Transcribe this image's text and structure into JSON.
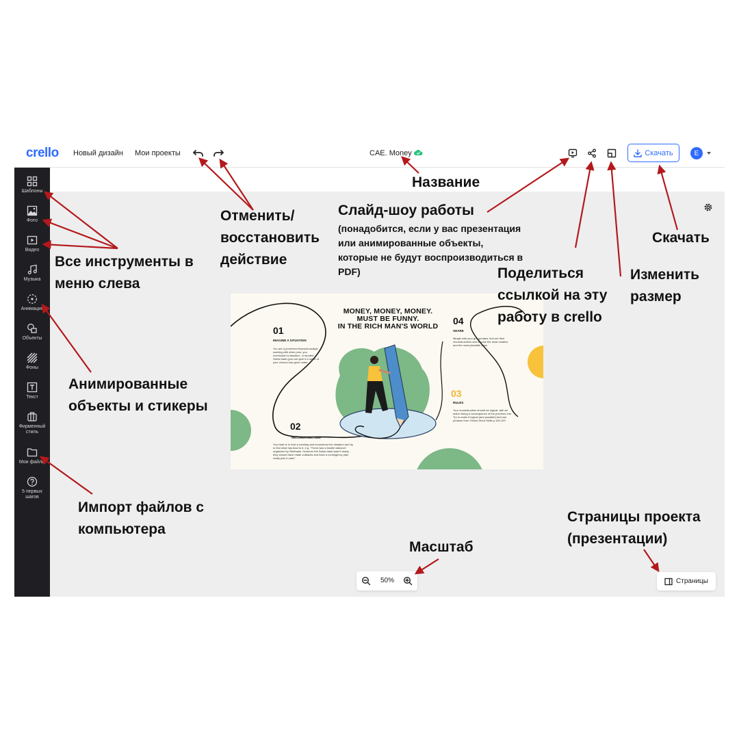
{
  "topbar": {
    "logo": "crello",
    "menu": [
      "Новый дизайн",
      "Мои проекты"
    ],
    "doc_title": "CAE. Money",
    "download_label": "Скачать",
    "avatar_initial": "E"
  },
  "sidebar": {
    "items": [
      {
        "label": "Шаблоны",
        "icon": "templates-icon"
      },
      {
        "label": "Фото",
        "icon": "photo-icon"
      },
      {
        "label": "Видео",
        "icon": "video-icon"
      },
      {
        "label": "Музыка",
        "icon": "music-icon"
      },
      {
        "label": "Анимация",
        "icon": "animation-icon"
      },
      {
        "label": "Объекты",
        "icon": "objects-icon"
      },
      {
        "label": "Фоны",
        "icon": "backgrounds-icon"
      },
      {
        "label": "Текст",
        "icon": "text-icon"
      },
      {
        "label": "Фирменный стиль",
        "icon": "brand-kit-icon"
      },
      {
        "label": "Мои файлы",
        "icon": "folder-icon"
      },
      {
        "label": "5 первых шагов",
        "icon": "help-icon"
      }
    ]
  },
  "canvas": {
    "zoom": "50%",
    "pages_label": "Страницы"
  },
  "slide": {
    "headline_lines": [
      "MONEY, MONEY, MONEY.",
      "MUST BE FUNNY.",
      "IN THE RICH MAN'S WORLD"
    ],
    "sections": [
      {
        "num": "01",
        "label": "IMAGINE A SITUATION",
        "text": "You are a prominent financial analyst working with other pros, you overlooked a situation - A reputed Swiss bank (you can give it a name of your choice) has gone under."
      },
      {
        "num": "02",
        "label": "RECONSTRUCTION",
        "text": "Your task is to hold a meeting and reconstruct the situation and try to find what has lead to it, e.g. \"There was a hostile takeover organized by Sberbank. However the Swiss bank wasn't ready - they should have made cutbacks and have a contingency plan ready just in case.\""
      },
      {
        "num": "03",
        "label": "RULES",
        "text": "Your reconstruction should be logical, with an action being a consequence of the previous one. Try to make it logical (and possible) And use phrases from Oxford Word Skills p.128-129"
      },
      {
        "num": "04",
        "label": "SHARE",
        "text": "Mingle with your groupmates, find out their reconstructions and choose the most creative and the most plausible ones."
      }
    ]
  },
  "annotations": {
    "title": "Название",
    "undo_redo": [
      "Отменить/",
      "восстановить",
      "действие"
    ],
    "slideshow": "Слайд-шоу работы",
    "slideshow_note": [
      "(понадобится, если у вас презентация",
      "или анимированные объекты,",
      "которые не будут воспроизводиться в",
      "PDF)"
    ],
    "download": "Скачать",
    "share": [
      "Поделиться",
      "ссылкой на эту",
      "работу в crello"
    ],
    "resize": [
      "Изменить",
      "размер"
    ],
    "tools": [
      "Все инструменты в",
      "меню слева"
    ],
    "animated": [
      "Анимированные",
      "объекты и стикеры"
    ],
    "import": [
      "Импорт файлов с",
      "компьютера"
    ],
    "zoom": "Масштаб",
    "pages": [
      "Страницы проекта",
      "(презентации)"
    ]
  },
  "colors": {
    "accent": "#2f6bff",
    "sidebar_bg": "#1f1f23",
    "arrow": "#b3191c",
    "slide_green": "#7db887",
    "slide_yellow": "#f8c23b"
  }
}
